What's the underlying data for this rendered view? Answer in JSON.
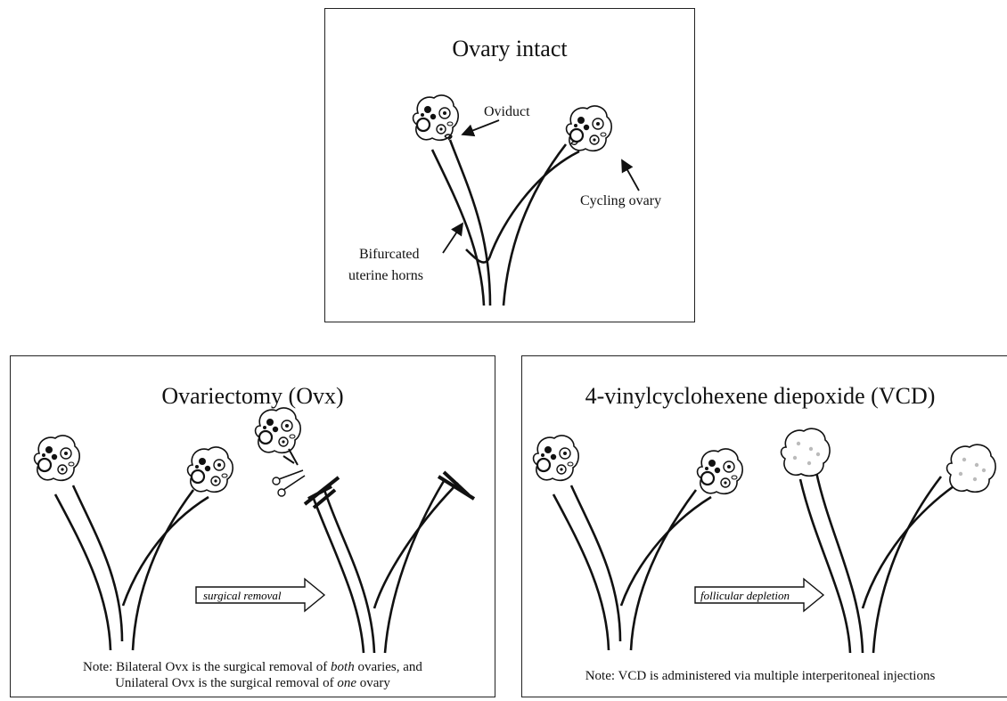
{
  "panels": {
    "intact": {
      "title": "Ovary intact",
      "labels": {
        "oviduct": "Oviduct",
        "cycling_ovary": "Cycling ovary",
        "horns_line1": "Bifurcated",
        "horns_line2": "uterine horns"
      }
    },
    "ovx": {
      "title": "Ovariectomy (Ovx)",
      "arrow_label": "surgical removal",
      "note_line1_a": "Note: Bilateral Ovx is the surgical removal of ",
      "note_line1_em": "both",
      "note_line1_b": " ovaries, and",
      "note_line2_a": "Unilateral Ovx is the surgical removal of ",
      "note_line2_em": "one",
      "note_line2_b": " ovary"
    },
    "vcd": {
      "title": "4-vinylcyclohexene diepoxide (VCD)",
      "arrow_label": "follicular depletion",
      "note": "Note: VCD is administered via multiple interperitoneal injections"
    }
  },
  "colors": {
    "stroke": "#111111",
    "depleted_dots": "#bbbbbb"
  }
}
